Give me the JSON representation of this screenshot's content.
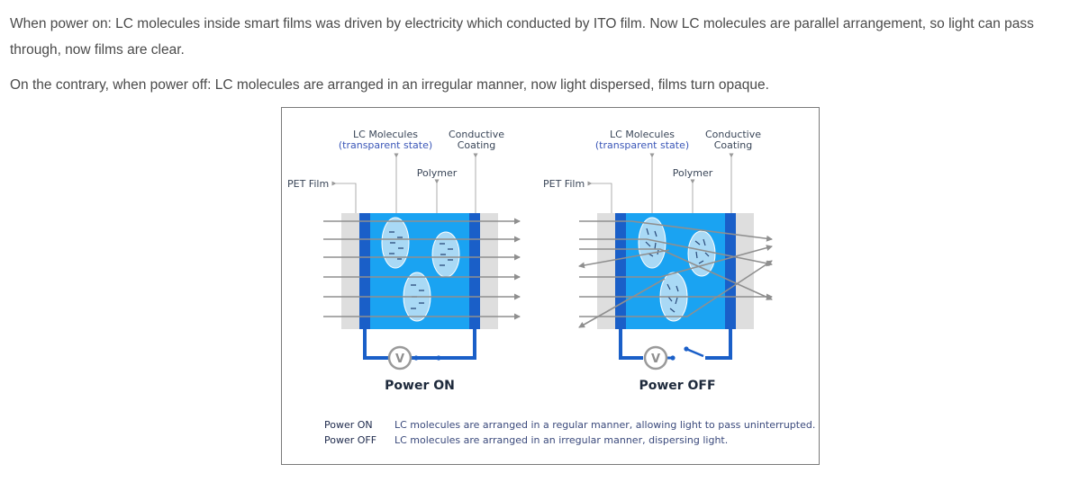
{
  "paragraphs": {
    "power_on": "When power on: LC molecules inside smart films was driven by electricity which conducted by ITO film. Now LC molecules are parallel arrangement, so light can pass through, now films are clear.",
    "power_off": "On the contrary, when power off: LC molecules are arranged in an irregular manner, now light dispersed, films turn opaque."
  },
  "diagram": {
    "panels": [
      {
        "lc_label": "LC Molecules",
        "lc_state": "(transparent state)",
        "coating_line1": "Conductive",
        "coating_line2": "Coating",
        "polymer": "Polymer",
        "pet": "PET Film",
        "volt_symbol": "V",
        "title": "Power ON"
      },
      {
        "lc_label": "LC Molecules",
        "lc_state": "(transparent state)",
        "coating_line1": "Conductive",
        "coating_line2": "Coating",
        "polymer": "Polymer",
        "pet": "PET Film",
        "volt_symbol": "V",
        "title": "Power OFF"
      }
    ],
    "legend": [
      {
        "key": "Power ON",
        "text": "LC molecules are arranged in a regular manner, allowing light to pass uninterrupted."
      },
      {
        "key": "Power OFF",
        "text": "LC molecules are arranged in an irregular manner, dispersing light."
      }
    ],
    "colors": {
      "pet_film": "#dedede",
      "electrode": "#1a5fc8",
      "lc_layer": "#1aa3f2",
      "molecule": "#a9d9f5",
      "light_ray": "#8f8f8f"
    }
  }
}
